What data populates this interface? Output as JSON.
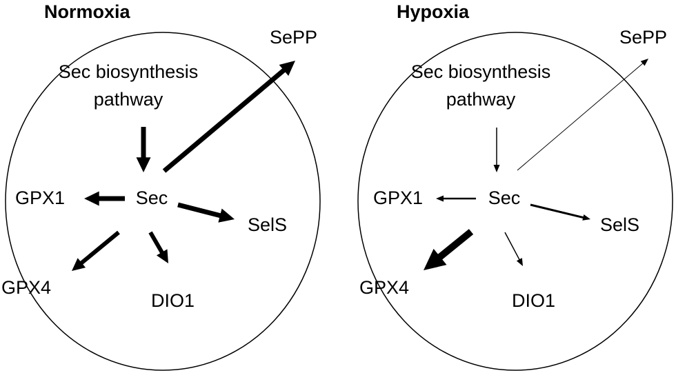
{
  "colors": {
    "ink": "#000000",
    "background": "#ffffff"
  },
  "panels": [
    {
      "title": "Normoxia",
      "source": {
        "line1": "Sec biosynthesis",
        "line2": "pathway"
      },
      "hub": "Sec",
      "targets": {
        "sepp": "SePP",
        "gpx1": "GPX1",
        "sels": "SelS",
        "gpx4": "GPX4",
        "dio1": "DIO1"
      }
    },
    {
      "title": "Hypoxia",
      "source": {
        "line1": "Sec biosynthesis",
        "line2": "pathway"
      },
      "hub": "Sec",
      "targets": {
        "sepp": "SePP",
        "gpx1": "GPX1",
        "sels": "SelS",
        "gpx4": "GPX4",
        "dio1": "DIO1"
      }
    }
  ]
}
